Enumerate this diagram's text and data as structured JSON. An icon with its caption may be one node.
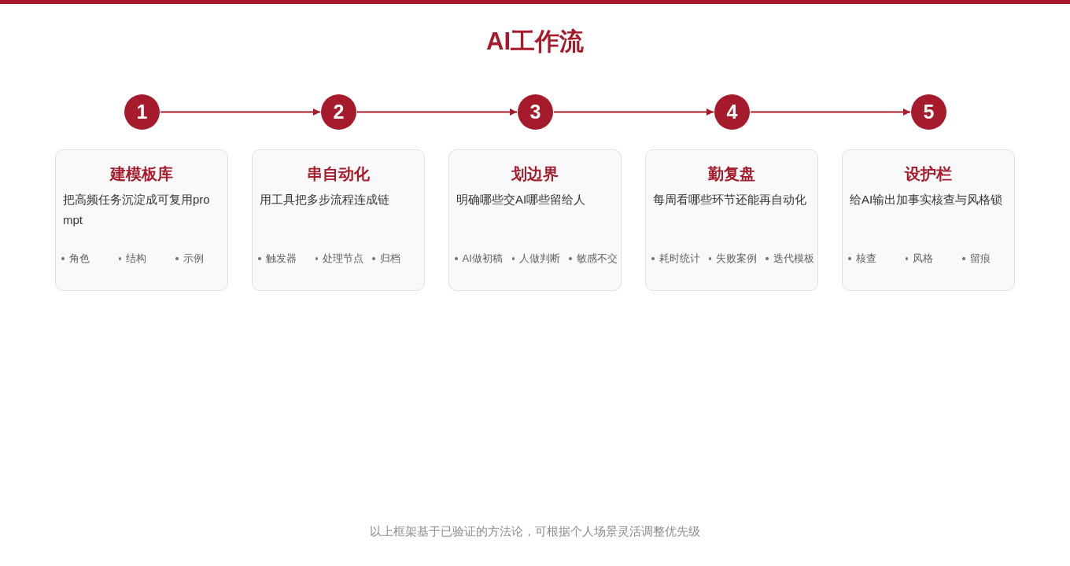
{
  "diagram": {
    "title": "AI工作流",
    "nodes": [
      {
        "text": [
          "1"
        ]
      },
      {
        "text": [
          "建模板库",
          "把高频任务沉淀成可复用prompt",
          "角色",
          "结构",
          "示例"
        ]
      },
      {
        "text": [
          "2"
        ]
      },
      {
        "text": [
          "串自动化",
          "用工具把多步流程连成链",
          "触发器",
          "处理节点",
          "归档"
        ]
      },
      {
        "text": [
          "3"
        ]
      },
      {
        "text": [
          "划边界",
          "明确哪些交AI哪些留给人",
          "AI做初稿",
          "人做判断",
          "敏感不交"
        ]
      },
      {
        "text": [
          "4"
        ]
      },
      {
        "text": [
          "勤复盘",
          "每周看哪些环节还能再自动化",
          "耗时统计",
          "失败案例",
          "迭代模板"
        ]
      },
      {
        "text": [
          "5"
        ]
      },
      {
        "text": [
          "设护栏",
          "给AI输出加事实核查与风格锁",
          "核查",
          "风格",
          "留痕"
        ]
      }
    ],
    "edges": [
      {
        "from": 0,
        "to": 2,
        "arrow": "to"
      },
      {
        "from": 2,
        "to": 4,
        "arrow": "to"
      },
      {
        "from": 4,
        "to": 6,
        "arrow": "to"
      },
      {
        "from": 6,
        "to": 8,
        "arrow": "to"
      }
    ],
    "caption": "以上框架基于已验证的方法论，可根据个人场景灵活调整优先级"
  }
}
